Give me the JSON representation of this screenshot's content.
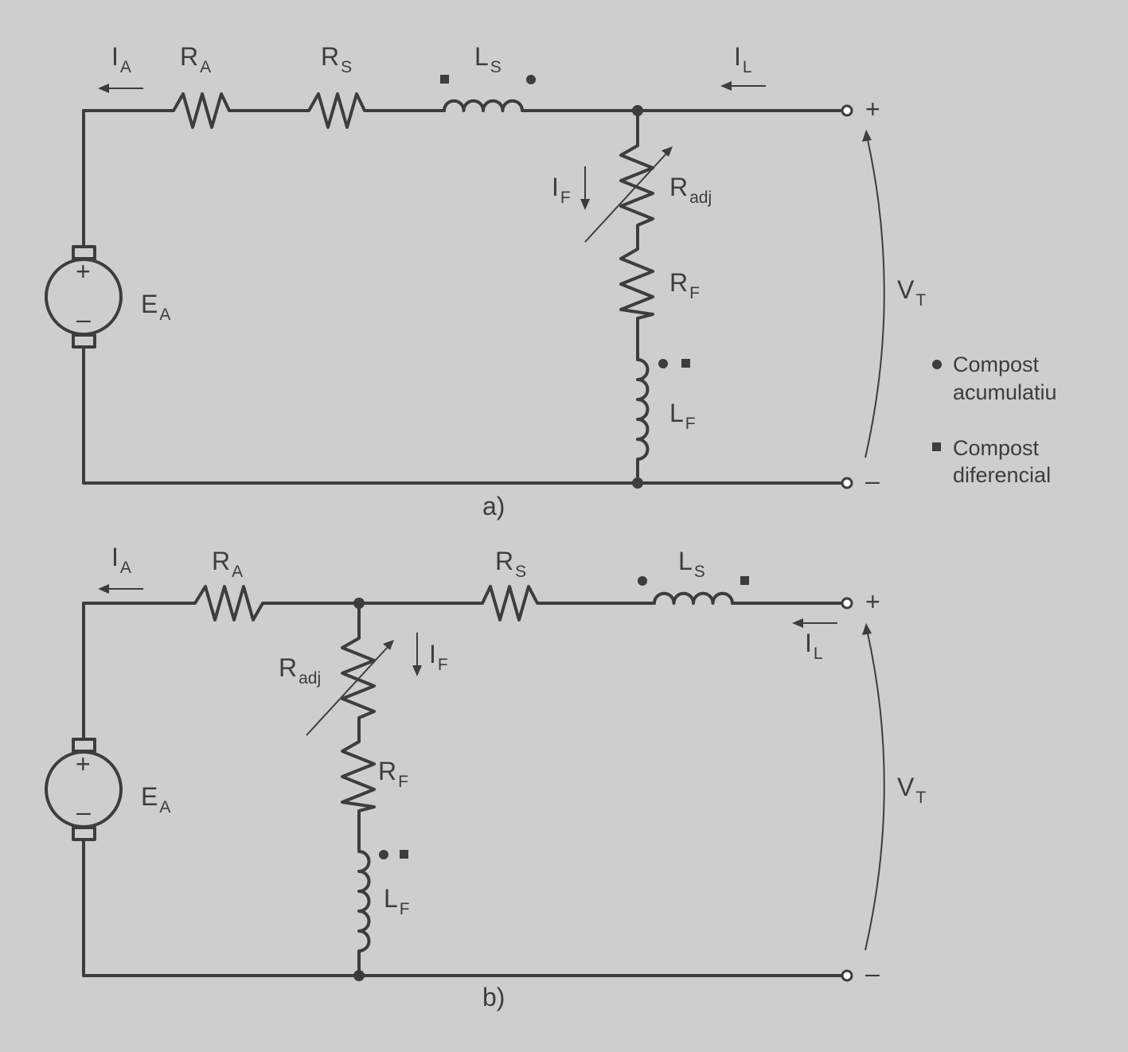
{
  "circuit_a": {
    "caption": "a)",
    "ra_main": "R",
    "ra_sub": "A",
    "rs_main": "R",
    "rs_sub": "S",
    "ls_main": "L",
    "ls_sub": "S",
    "ia_main": "I",
    "ia_sub": "A",
    "il_main": "I",
    "il_sub": "L",
    "if_main": "I",
    "if_sub": "F",
    "radj_main": "R",
    "radj_sub": "adj",
    "rf_main": "R",
    "rf_sub": "F",
    "lf_main": "L",
    "lf_sub": "F",
    "ea_main": "E",
    "ea_sub": "A",
    "vt_main": "V",
    "vt_sub": "T",
    "plus": "+",
    "minus": "–",
    "src_plus": "+",
    "src_minus": "–"
  },
  "circuit_b": {
    "caption": "b)",
    "ra_main": "R",
    "ra_sub": "A",
    "rs_main": "R",
    "rs_sub": "S",
    "ls_main": "L",
    "ls_sub": "S",
    "ia_main": "I",
    "ia_sub": "A",
    "il_main": "I",
    "il_sub": "L",
    "if_main": "I",
    "if_sub": "F",
    "radj_main": "R",
    "radj_sub": "adj",
    "rf_main": "R",
    "rf_sub": "F",
    "lf_main": "L",
    "lf_sub": "F",
    "ea_main": "E",
    "ea_sub": "A",
    "vt_main": "V",
    "vt_sub": "T",
    "plus": "+",
    "minus": "–",
    "src_plus": "+",
    "src_minus": "–"
  },
  "legend": {
    "dot_line1": "Compost",
    "dot_line2": "acumulatiu",
    "square_line1": "Compost",
    "square_line2": "diferencial"
  },
  "colors": {
    "background": "#cecece",
    "ink": "#3d3d3d"
  }
}
